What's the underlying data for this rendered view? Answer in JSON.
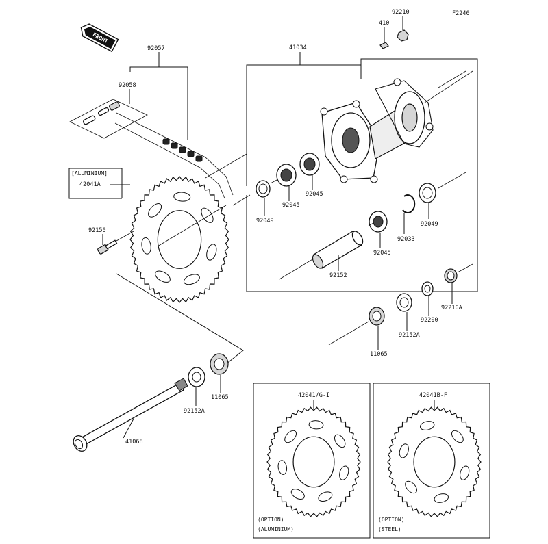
{
  "figure_code": "F2240",
  "front_tag": "FRONT",
  "labels": {
    "chain_assy": "92057",
    "chain_joint": "92058",
    "hub": "41034",
    "bolt_410": "410",
    "nut_top": "92210",
    "material_aluminium_tag": "[ALUMINIUM]",
    "sprocket_main": "42041A",
    "sprocket_bolt": "92150",
    "bearing_1": "92045",
    "bearing_2": "92045",
    "bearing_3": "92045",
    "seal_left": "92049",
    "seal_right": "92049",
    "circlip": "92033",
    "spacer_inner": "92152",
    "collar_right": "92152A",
    "washer_right": "92200",
    "nut_axle": "92210A",
    "seal_right_outer": "11065",
    "collar_left": "92152A",
    "seal_left_outer": "11065",
    "axle": "41068",
    "option_sprocket_alu": "42041/G-I",
    "option_sprocket_steel": "42041B-F",
    "option_alu_line1": "(OPTION)",
    "option_alu_line2": "(ALUMINIUM)",
    "option_steel_line1": "(OPTION)",
    "option_steel_line2": "(STEEL)"
  }
}
